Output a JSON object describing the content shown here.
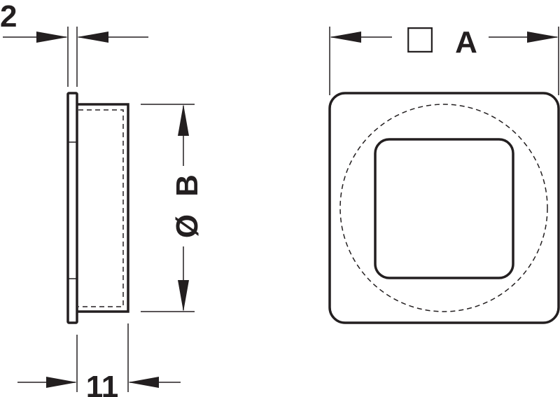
{
  "dimensions": {
    "thickness": {
      "value": "2"
    },
    "depth": {
      "value": "11"
    },
    "diameter": {
      "symbol": "Ø",
      "letter": "B"
    },
    "square_size": {
      "symbol": "□",
      "letter": "A"
    }
  },
  "colors": {
    "line": "#231f20",
    "background": "#ffffff"
  }
}
